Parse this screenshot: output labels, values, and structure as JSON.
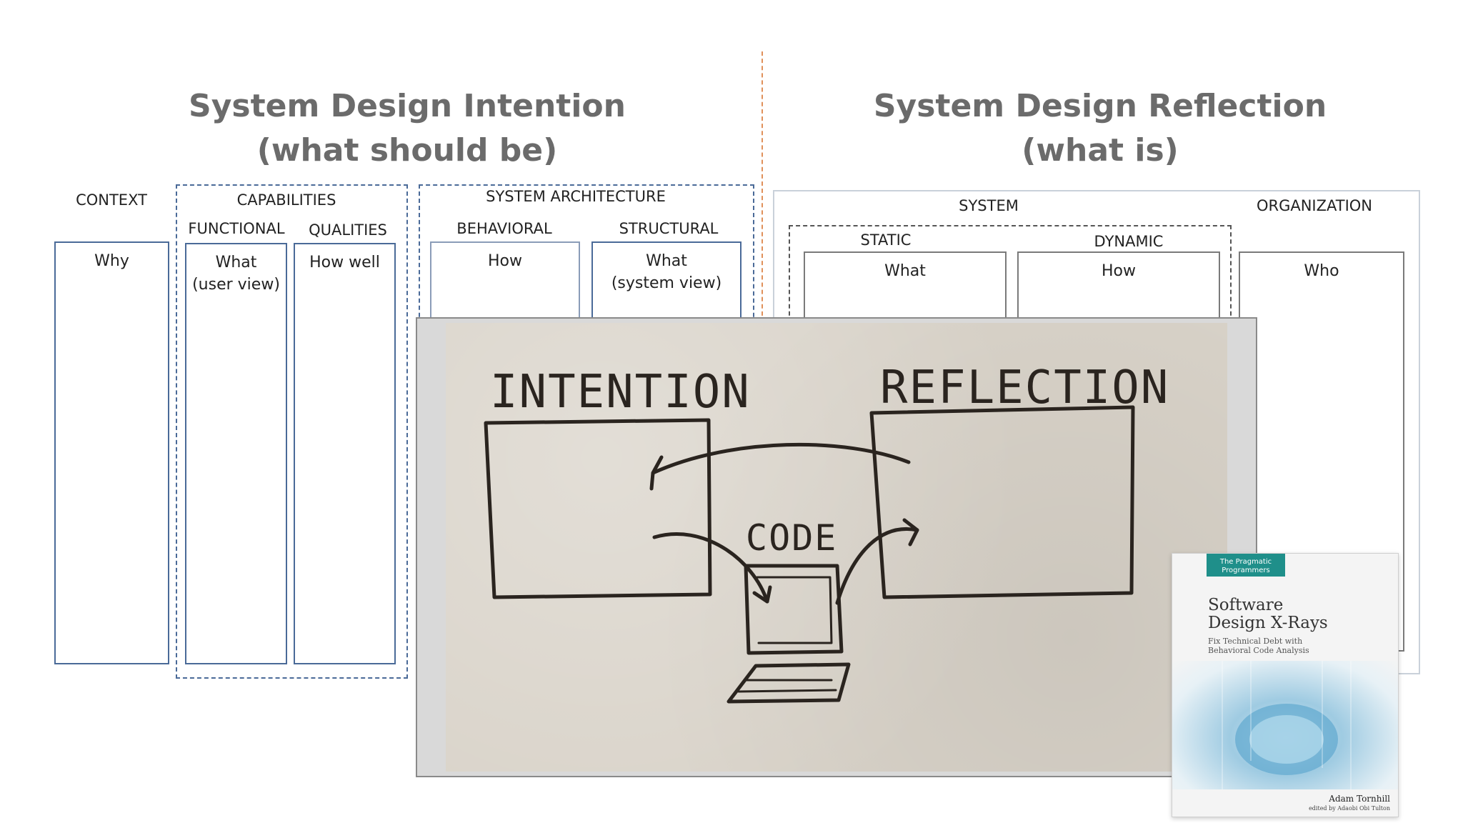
{
  "intention": {
    "title_line1": "System Design Intention",
    "title_line2": "(what should be)",
    "context": {
      "header": "CONTEXT",
      "cell": "Why"
    },
    "capabilities": {
      "header": "CAPABILITIES",
      "functional": {
        "header": "FUNCTIONAL",
        "cell_line1": "What",
        "cell_line2": "(user view)"
      },
      "qualities": {
        "header": "QUALITIES",
        "cell": "How well"
      }
    },
    "architecture": {
      "header": "SYSTEM ARCHITECTURE",
      "behavioral": {
        "header": "BEHAVIORAL",
        "cell": "How"
      },
      "structural": {
        "header": "STRUCTURAL",
        "cell_line1": "What",
        "cell_line2": "(system view)"
      }
    }
  },
  "reflection": {
    "title_line1": "System Design Reflection",
    "title_line2": "(what is)",
    "system": {
      "header": "SYSTEM",
      "static": {
        "header": "STATIC",
        "cell": "What"
      },
      "dynamic": {
        "header": "DYNAMIC",
        "cell": "How"
      }
    },
    "organization": {
      "header": "ORGANIZATION",
      "cell": "Who"
    }
  },
  "sketch": {
    "left_label": "INTENTION",
    "right_label": "REFLECTION",
    "center_label": "CODE"
  },
  "book": {
    "publisher": "The Pragmatic Programmers",
    "title_line1": "Software",
    "title_line2": "Design X-Rays",
    "subtitle_line1": "Fix Technical Debt with",
    "subtitle_line2": "Behavioral Code Analysis",
    "author": "Adam Tornhill",
    "credit": "edited by Adaobi Obi Tulton"
  },
  "colors": {
    "title_gray": "#6b6b6b",
    "box_blue": "#4a6a98",
    "divider_orange": "#e0905a",
    "ink": "#2a241f",
    "book_teal": "#1f8f8a"
  }
}
